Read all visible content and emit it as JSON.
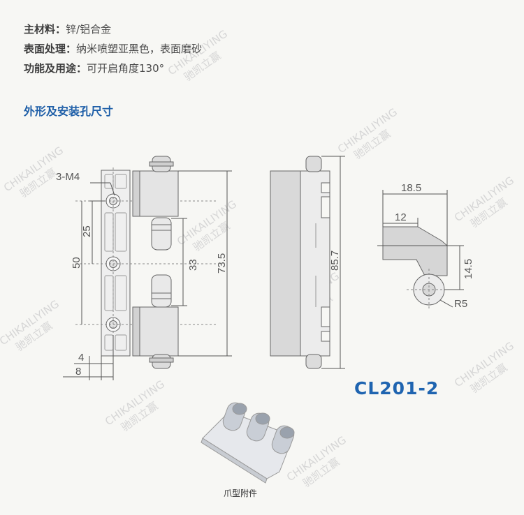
{
  "specs": [
    {
      "label": "主材料：",
      "value": "锌/铝合金"
    },
    {
      "label": "表面处理：",
      "value": "纳米喷塑亚黑色，表面磨砂"
    },
    {
      "label": "功能及用途：",
      "value": "可开启角度130°"
    }
  ],
  "section_title": "外形及安装孔尺寸",
  "model": "CL201-2",
  "accessory_caption": "爪型附件",
  "watermark": {
    "latin": "CHIKAILIYING",
    "chinese": "驰凯立赢"
  },
  "dimensions": {
    "screw_spec": "3-M4",
    "hole_pitch": "25",
    "hole_span": "50",
    "edge_4": "4",
    "edge_8": "8",
    "knuckle_gap": "33",
    "front_height": "73.5",
    "side_height": "85.7",
    "top_width": "18.5",
    "top_inner": "12",
    "top_height": "14.5",
    "radius": "R5"
  },
  "colors": {
    "brand_blue": "#1f64b0",
    "title_blue": "#1f5fa8",
    "line": "#555555"
  }
}
